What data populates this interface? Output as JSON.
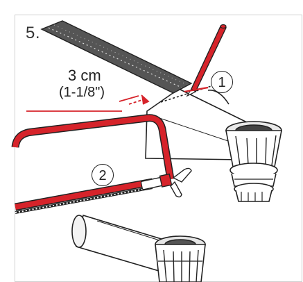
{
  "step_number": "5.",
  "measurement": {
    "metric": "3 cm",
    "imperial": "(1-1/8\")"
  },
  "callouts": [
    {
      "label": "1"
    },
    {
      "label": "2"
    }
  ],
  "colors": {
    "accent_red": "#d6232a",
    "outline": "#222222",
    "frame_border": "#cfcfcf"
  }
}
